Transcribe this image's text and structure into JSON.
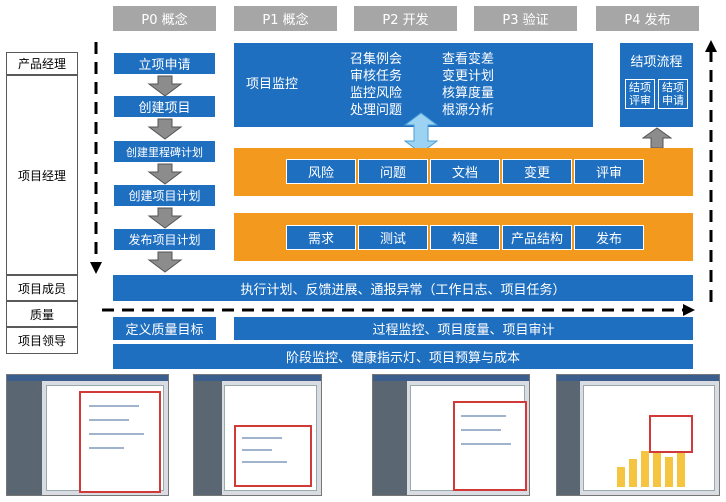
{
  "phases": [
    "P0 概念",
    "P1 概念",
    "P2 开发",
    "P3 验证",
    "P4 发布"
  ],
  "roles": [
    "产品经理",
    "项目经理",
    "项目成员",
    "质量",
    "项目领导"
  ],
  "p0_steps": [
    "立项申请",
    "创建项目",
    "创建里程碑计划",
    "创建项目计划",
    "发布项目计划"
  ],
  "monitor": {
    "title": "项目监控",
    "col1": [
      "召集例会",
      "审核任务",
      "监控风险",
      "处理问题"
    ],
    "col2": [
      "查看变差",
      "变更计划",
      "核算度量",
      "根源分析"
    ]
  },
  "closeout": {
    "title": "结项流程",
    "items": [
      "结项评审",
      "结项申请"
    ]
  },
  "row1": [
    "风险",
    "问题",
    "文档",
    "变更",
    "评审"
  ],
  "row2": [
    "需求",
    "测试",
    "构建",
    "产品结构",
    "发布"
  ],
  "member_bar": "执行计划、反馈进展、通报异常（工作日志、项目任务）",
  "quality_goal": "定义质量目标",
  "quality_bar": "过程监控、项目度量、项目审计",
  "leader_bar": "阶段监控、健康指示灯、项目预算与成本",
  "colors": {
    "blue": "#1f6fc0",
    "orange": "#f39a1e",
    "grey": "#a6a6a6"
  }
}
